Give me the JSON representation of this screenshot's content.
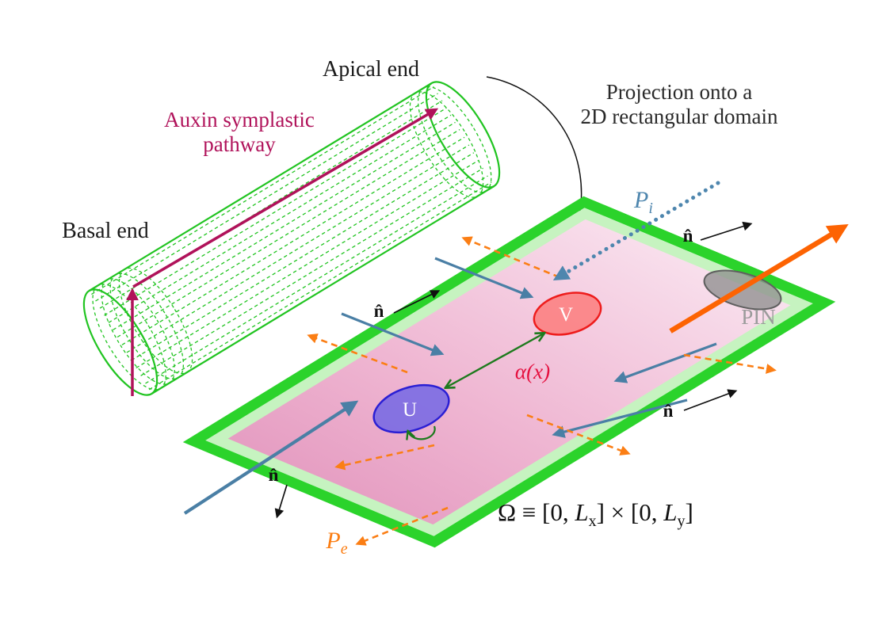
{
  "figure": {
    "cylinder": {
      "apical_label": "Apical end",
      "basal_label": "Basal end",
      "pathway_line1": "Auxin symplastic",
      "pathway_line2": "pathway"
    },
    "projection": {
      "line1": "Projection onto a",
      "line2": "2D rectangular domain"
    },
    "domain": {
      "pi": {
        "base": "P",
        "sub": "i"
      },
      "pe": {
        "base": "P",
        "sub": "e"
      },
      "n_hat": "n̂",
      "u_label": "U",
      "v_label": "V",
      "alpha_label": "α(x)",
      "pin_label": "PIN",
      "formula": {
        "p1": "Ω ≡ [0, ",
        "l1": "L",
        "s1": "x",
        "p2": "] × [0, ",
        "l2": "L",
        "s2": "y",
        "p3": "]"
      }
    },
    "colors": {
      "frame_green": "#2bd32b",
      "pale_green": "#c6f3c0",
      "cylinder_green": "#21c421",
      "crimson_arrow": "#b0125a",
      "influx_blue": "#4a7fa5",
      "pi_blue": "#4e86ae",
      "efflux_orange": "#fb7e14",
      "pin_orange": "#fd6302",
      "alpha_red": "#e5103f",
      "reaction_green": "#1d7a1d",
      "u_fill": "#6b63e6",
      "u_stroke": "#2b1fd4",
      "v_fill": "#fb7d7d",
      "v_stroke": "#ee1c1c",
      "pin_gray": "#8f8f8f",
      "domain_pink_dark": "#e08fb9",
      "domain_pink_light": "#fcf0f7"
    }
  }
}
